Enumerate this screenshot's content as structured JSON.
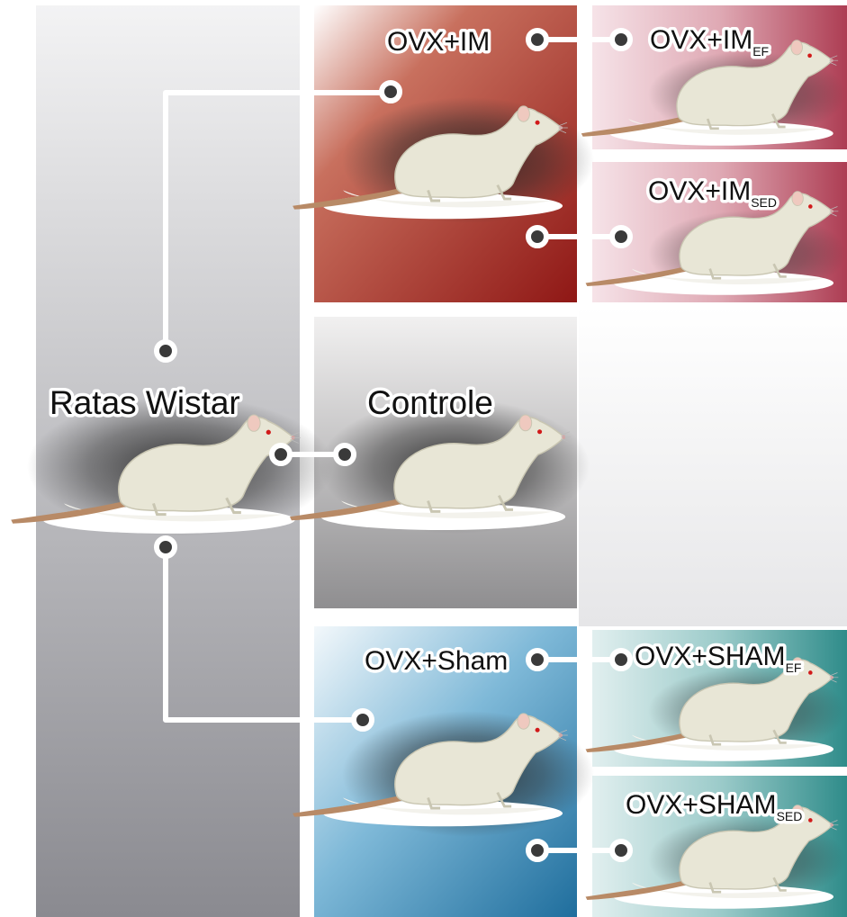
{
  "root": {
    "label": "Ratas Wistar"
  },
  "groups": {
    "ovx_im": {
      "label": "OVX+IM",
      "color": "#9a1c1a",
      "subgroups": {
        "ef": {
          "main": "OVX+IM",
          "sub": "EF",
          "color": "#b03c52"
        },
        "sed": {
          "main": "OVX+IM",
          "sub": "SED",
          "color": "#b03c52"
        }
      }
    },
    "controle": {
      "label": "Controle",
      "color": "#8d8c8e"
    },
    "ovx_sham": {
      "label": "OVX+Sham",
      "color": "#2f86b4",
      "subgroups": {
        "ef": {
          "main": "OVX+SHAM",
          "sub": "EF",
          "color": "#2f8c8a"
        },
        "sed": {
          "main": "OVX+SHAM",
          "sub": "SED",
          "color": "#2f8c8a"
        }
      }
    }
  },
  "palette": {
    "left_panel": "#8a8a90",
    "connector": "#ffffff",
    "rat_body": "#e8e6d6",
    "tail": "#b88a66",
    "eye": "#d11a1a"
  }
}
